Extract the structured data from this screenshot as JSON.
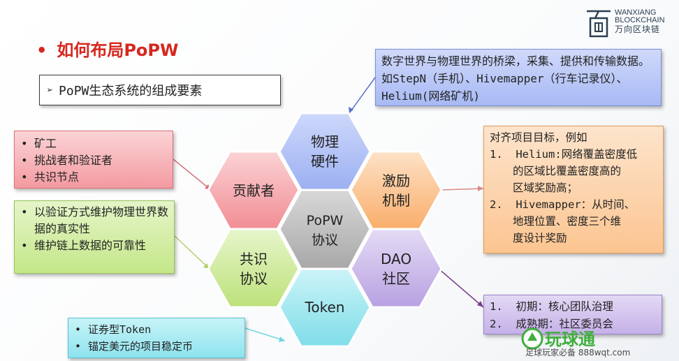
{
  "title": {
    "bullet": "•",
    "text": "如何布局PoPW"
  },
  "subtitle": {
    "arrow": "➢",
    "text": "PoPW生态系统的组成要素"
  },
  "logo": {
    "line1": "WANXIANG",
    "line2": "BLOCKCHAIN",
    "line3": "万向区块链"
  },
  "hexagons": {
    "center": "PoPW\n协议",
    "hardware": "物理\n硬件",
    "contributors": "贡献者",
    "incentive": "激励\n机制",
    "consensus": "共识\n协议",
    "dao": "DAO\n社区",
    "token": "Token"
  },
  "boxes": {
    "contributors": [
      "矿工",
      "挑战者和验证者",
      "共识节点"
    ],
    "consensus": [
      "以验证方式维护物理世界数据的真实性",
      "维护链上数据的可靠性"
    ],
    "token": [
      "证券型Token",
      "锚定美元的项目稳定币"
    ],
    "hardware": "数字世界与物理世界的桥梁，采集、提供和传输数据。如StepN（手机）、Hivemapper（行车记录仪）、Helium(网络矿机)",
    "incentive": {
      "intro": "对齐项目目标，例如",
      "items": [
        {
          "n": "1.",
          "lines": [
            "Helium:网络覆盖密度低",
            "的区域比覆盖密度高的",
            "区域奖励高；"
          ]
        },
        {
          "n": "2.",
          "lines": [
            "Hivemapper：从时间、",
            "地理位置、密度三个维",
            "度设计奖励"
          ]
        }
      ]
    },
    "dao": [
      {
        "n": "1.",
        "text": "初期：核心团队治理"
      },
      {
        "n": "2.",
        "text": "成熟期：社区委员会"
      }
    ]
  },
  "watermark": {
    "main": "玩球通",
    "sub": "足球玩家必备 888wqt.com"
  },
  "colors": {
    "title": "#d6281f",
    "hex_blue": "#a9b9f3",
    "hex_red": "#f2999f",
    "hex_orange": "#fbbd85",
    "hex_green": "#c5e78b",
    "hex_purple": "#c3b0e6",
    "hex_cyan": "#8fe3ee",
    "hex_gray": "#bdbdbd"
  }
}
